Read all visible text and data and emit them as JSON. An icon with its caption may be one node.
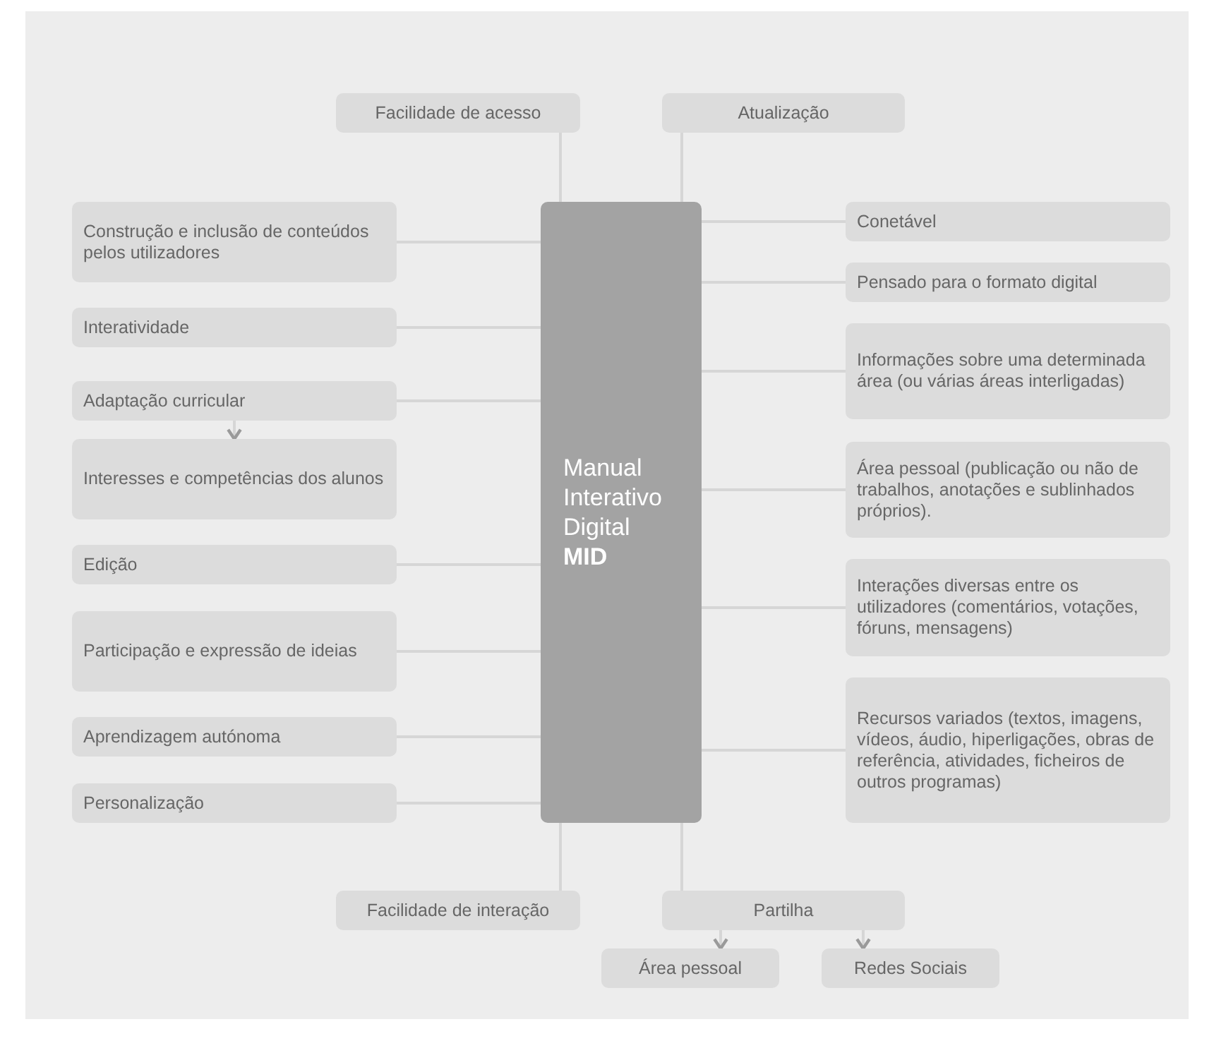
{
  "diagram": {
    "nodes": [
      {
        "text": [
          "Manual Interativo Digital",
          "MID"
        ]
      },
      {
        "text": [
          "Facilidade de acesso"
        ]
      },
      {
        "text": [
          "Atualização"
        ]
      },
      {
        "text": [
          "Construção e inclusão de conteúdos pelos utilizadores"
        ]
      },
      {
        "text": [
          "Interatividade"
        ]
      },
      {
        "text": [
          "Adaptação curricular"
        ]
      },
      {
        "text": [
          "Interesses e competências dos alunos"
        ]
      },
      {
        "text": [
          "Edição"
        ]
      },
      {
        "text": [
          "Participação e expressão de ideias"
        ]
      },
      {
        "text": [
          "Aprendizagem autónoma"
        ]
      },
      {
        "text": [
          "Personalização"
        ]
      },
      {
        "text": [
          "Conetável"
        ]
      },
      {
        "text": [
          "Pensado para o formato digital"
        ]
      },
      {
        "text": [
          "Informações sobre uma determinada área (ou várias áreas interligadas)"
        ]
      },
      {
        "text": [
          "Área pessoal (publicação ou não de trabalhos, anotações e sublinhados próprios)."
        ]
      },
      {
        "text": [
          "Interações diversas entre os utilizadores (comentários, votações, fóruns, mensagens)"
        ]
      },
      {
        "text": [
          "Recursos variados (textos, imagens, vídeos, áudio, hiperligações, obras de referência, atividades, ficheiros de outros programas)"
        ]
      },
      {
        "text": [
          "Facilidade de interação"
        ]
      },
      {
        "text": [
          "Partilha"
        ]
      },
      {
        "text": [
          "Área pessoal"
        ]
      },
      {
        "text": [
          "Redes Sociais"
        ]
      }
    ],
    "edges": [
      {
        "from": 1,
        "to": 0,
        "arrow": "none"
      },
      {
        "from": 2,
        "to": 0,
        "arrow": "none"
      },
      {
        "from": 3,
        "to": 0,
        "arrow": "none"
      },
      {
        "from": 4,
        "to": 0,
        "arrow": "none"
      },
      {
        "from": 5,
        "to": 0,
        "arrow": "none"
      },
      {
        "from": 5,
        "to": 6,
        "arrow": "to"
      },
      {
        "from": 7,
        "to": 0,
        "arrow": "none"
      },
      {
        "from": 8,
        "to": 0,
        "arrow": "none"
      },
      {
        "from": 9,
        "to": 0,
        "arrow": "none"
      },
      {
        "from": 10,
        "to": 0,
        "arrow": "none"
      },
      {
        "from": 0,
        "to": 11,
        "arrow": "none"
      },
      {
        "from": 0,
        "to": 12,
        "arrow": "none"
      },
      {
        "from": 0,
        "to": 13,
        "arrow": "none"
      },
      {
        "from": 0,
        "to": 14,
        "arrow": "none"
      },
      {
        "from": 0,
        "to": 15,
        "arrow": "none"
      },
      {
        "from": 0,
        "to": 16,
        "arrow": "none"
      },
      {
        "from": 0,
        "to": 17,
        "arrow": "none"
      },
      {
        "from": 0,
        "to": 18,
        "arrow": "none"
      },
      {
        "from": 18,
        "to": 19,
        "arrow": "to"
      },
      {
        "from": 18,
        "to": 20,
        "arrow": "to"
      }
    ]
  }
}
